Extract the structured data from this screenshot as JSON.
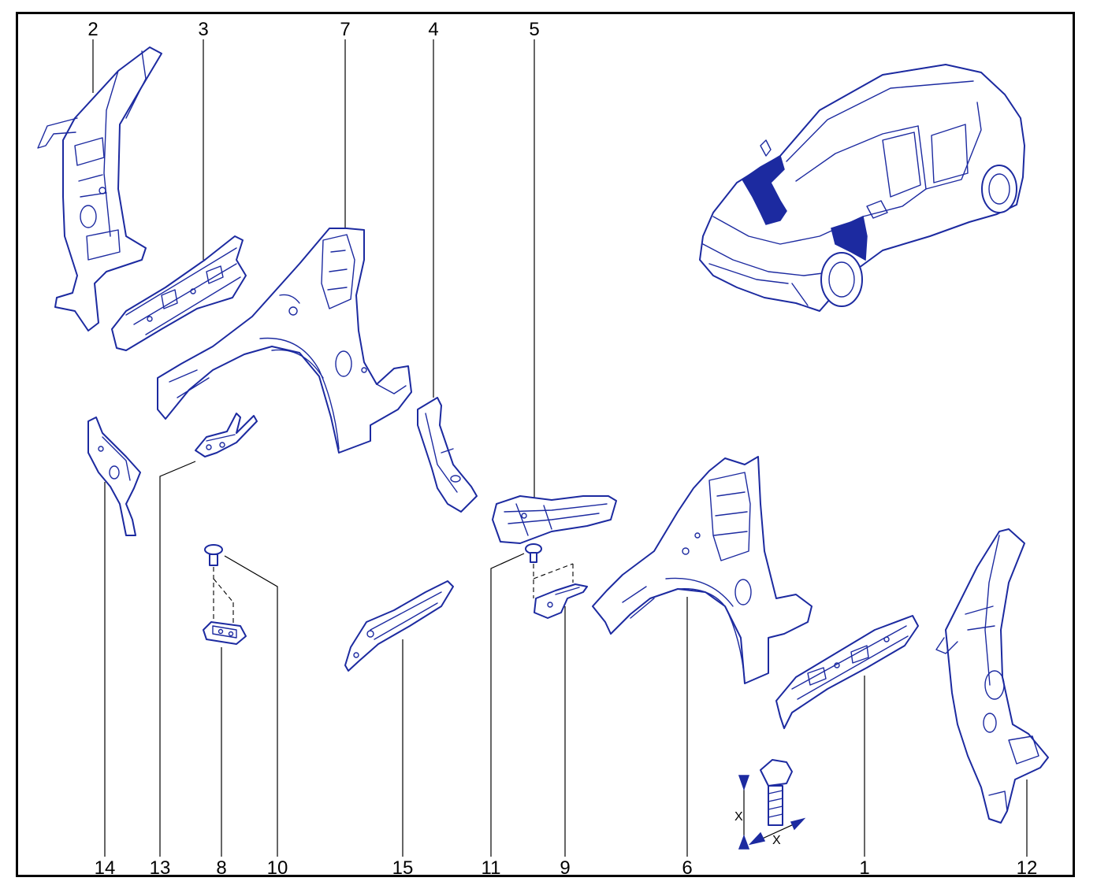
{
  "colors": {
    "ink": "#1c2aa0",
    "frame": "#000000",
    "leader": "#000000"
  },
  "callouts_top": [
    {
      "id": "2",
      "label": "2"
    },
    {
      "id": "3",
      "label": "3"
    },
    {
      "id": "7",
      "label": "7"
    },
    {
      "id": "4",
      "label": "4"
    },
    {
      "id": "5",
      "label": "5"
    }
  ],
  "callouts_bottom": [
    {
      "id": "14",
      "label": "14"
    },
    {
      "id": "13",
      "label": "13"
    },
    {
      "id": "8",
      "label": "8"
    },
    {
      "id": "10",
      "label": "10"
    },
    {
      "id": "15",
      "label": "15"
    },
    {
      "id": "11",
      "label": "11"
    },
    {
      "id": "9",
      "label": "9"
    },
    {
      "id": "6",
      "label": "6"
    },
    {
      "id": "1",
      "label": "1"
    },
    {
      "id": "12",
      "label": "12"
    }
  ],
  "dimension": {
    "label_x1": "X",
    "label_x2": "X"
  },
  "icons": {
    "car": "car-overview-icon",
    "bolt": "bolt-dimension-icon",
    "screw": "screw-icon"
  }
}
